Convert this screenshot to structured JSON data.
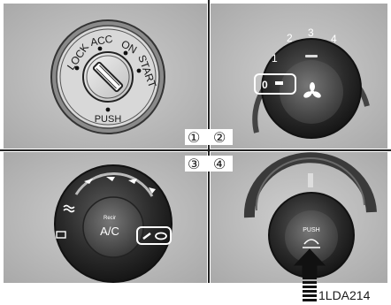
{
  "ignition": {
    "lock": "LOCK",
    "acc": "ACC",
    "on": "ON",
    "start": "START",
    "push": "PUSH"
  },
  "fan": {
    "speeds": [
      "1",
      "2",
      "3",
      "4"
    ],
    "off": "0"
  },
  "ac": {
    "label_small": "Recir",
    "label": "A/C"
  },
  "push_knob": {
    "label": "PUSH"
  },
  "markers": [
    "①",
    "②",
    "③",
    "④"
  ],
  "figure_code": "1LDA214"
}
